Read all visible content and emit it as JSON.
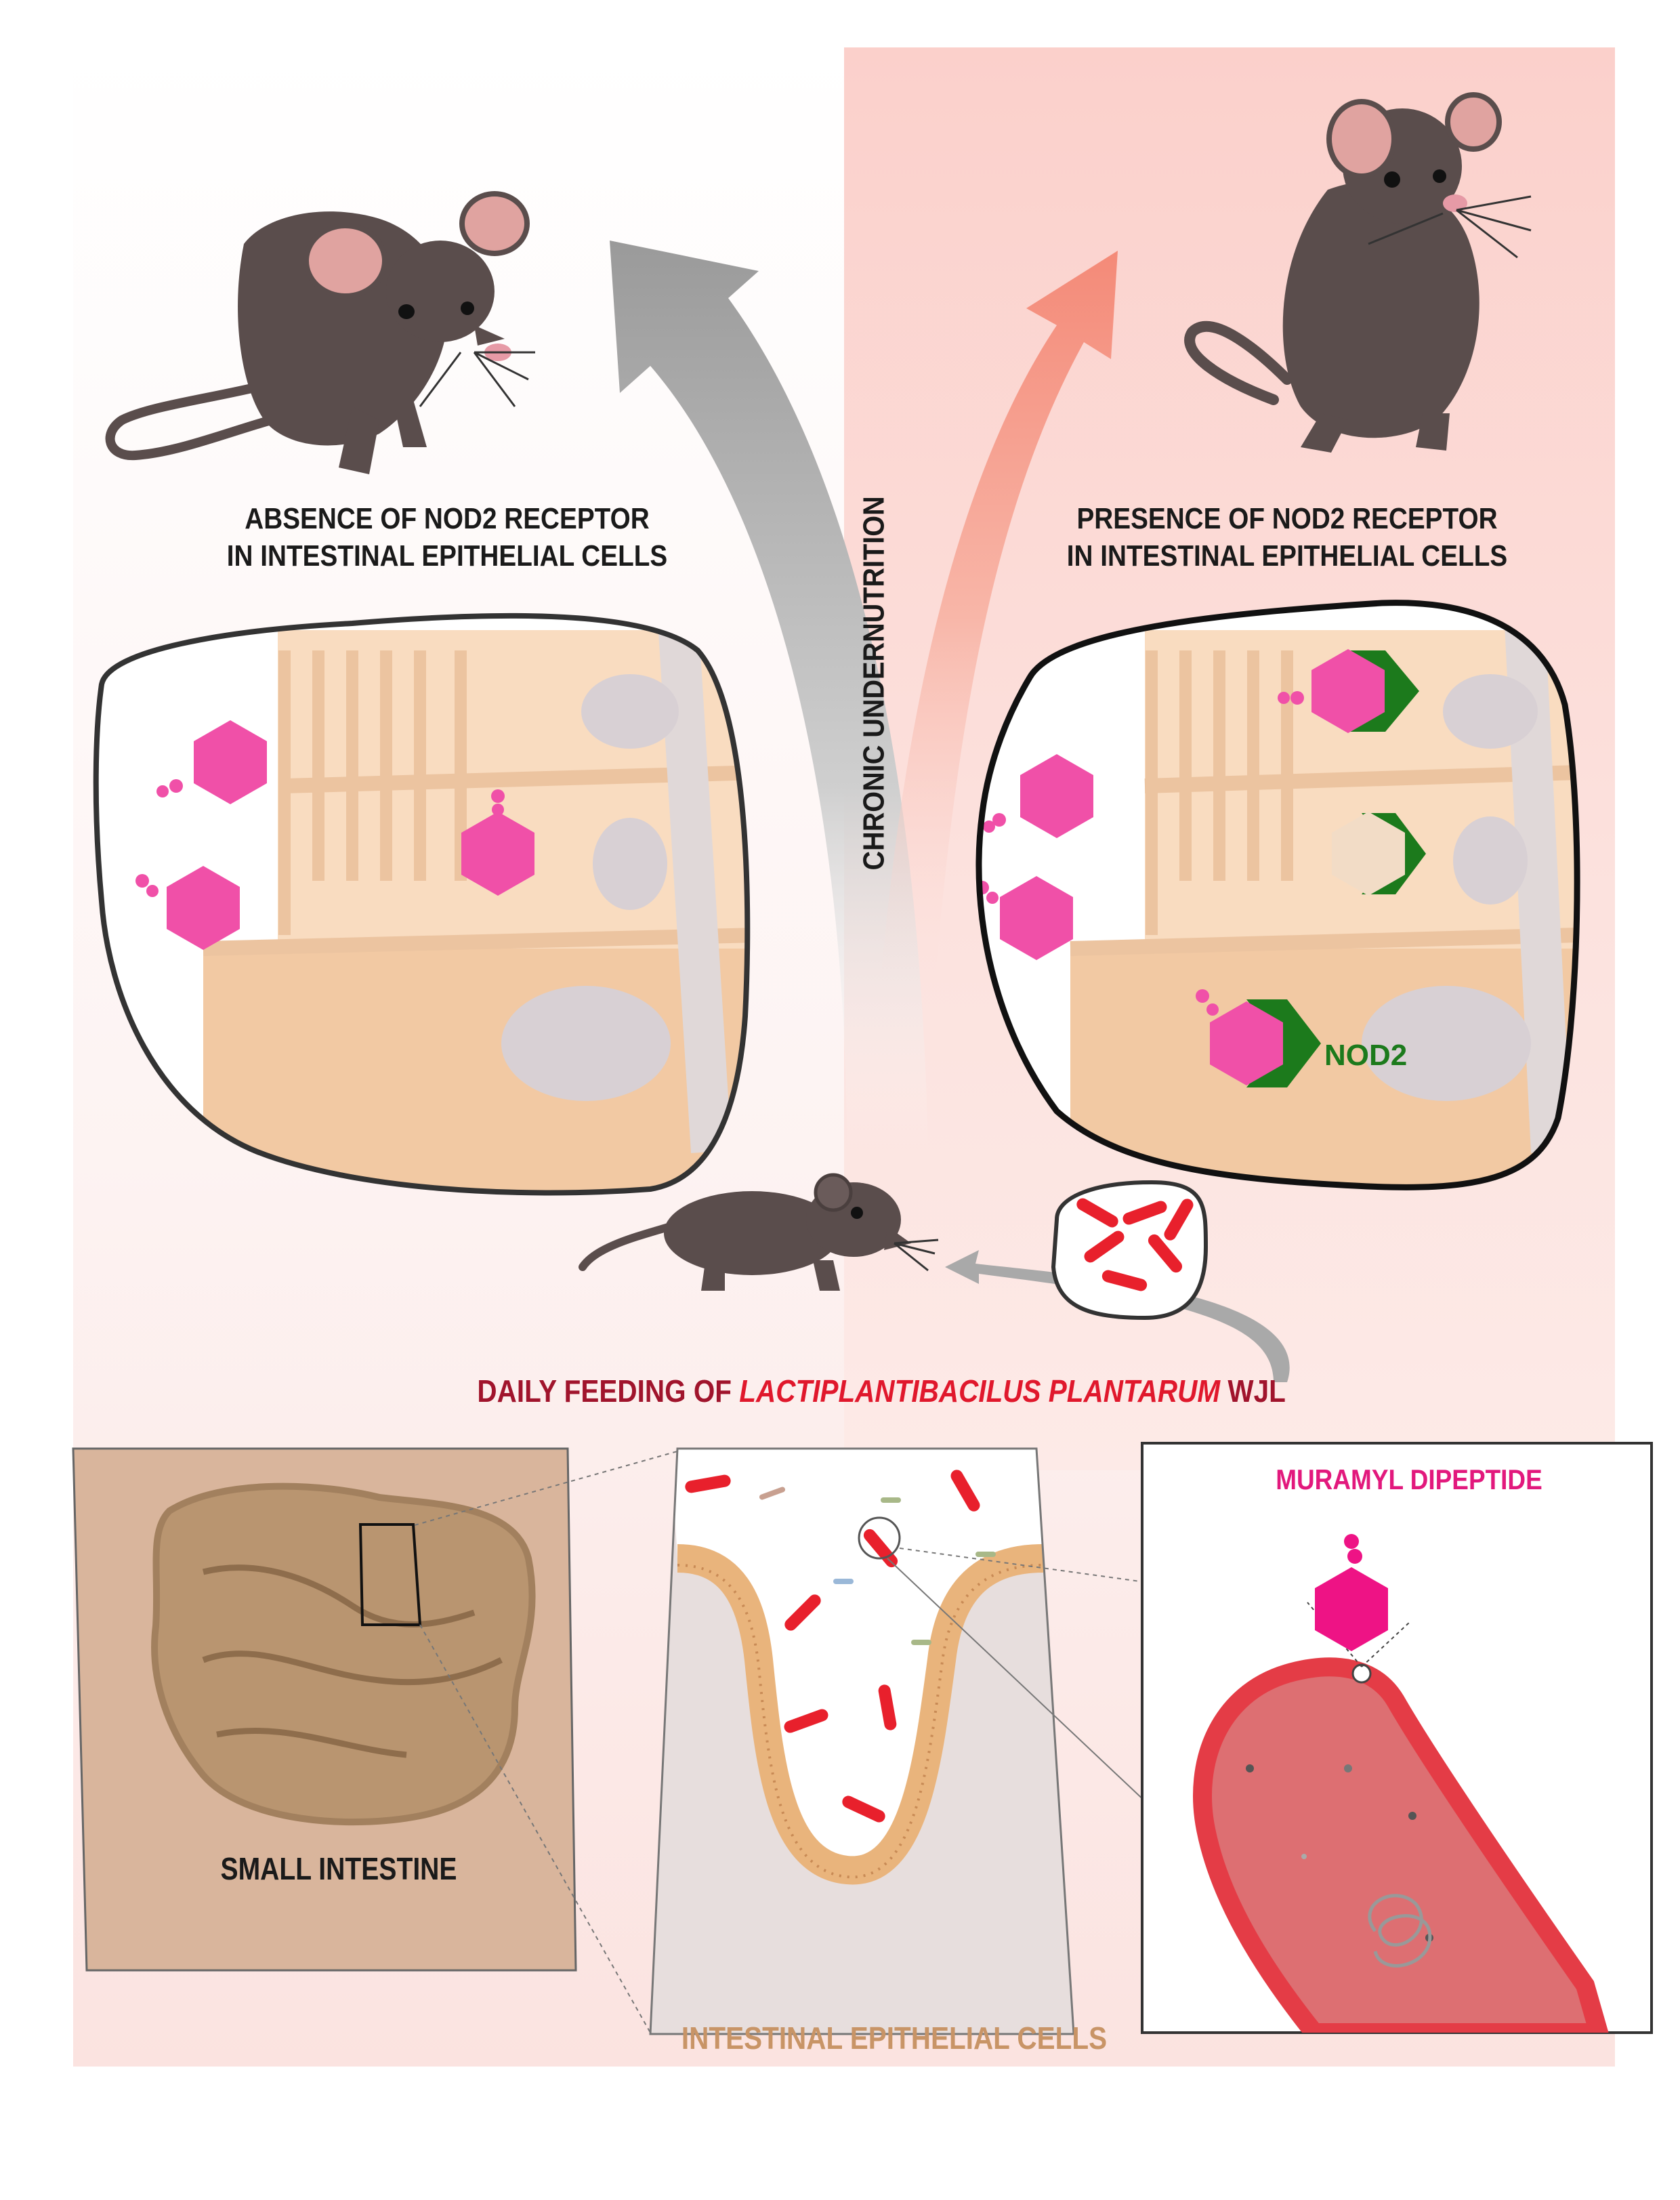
{
  "labels": {
    "left_title_line1": "ABSENCE OF NOD2 RECEPTOR",
    "left_title_line2": "IN INTESTINAL EPITHELIAL CELLS",
    "right_title_line1": "PRESENCE OF NOD2 RECEPTOR",
    "right_title_line2": "IN INTESTINAL EPITHELIAL CELLS",
    "center_vertical": "CHRONIC UNDERNUTRITION",
    "nod2": "NOD2",
    "feeding_prefix": "DAILY FEEDING OF ",
    "feeding_species": "LACTIPLANTIBACILUS PLANTARUM",
    "feeding_suffix": " WJL",
    "muramyl": "MURAMYL DIPEPTIDE",
    "small_intestine": "SMALL INTESTINE",
    "epithelial": "INTESTINAL EPITHELIAL CELLS"
  },
  "colors": {
    "pink_hexagon": "#f050a8",
    "mdp_magenta": "#ee1385",
    "nod2_green": "#1c7a1c",
    "cell_tan": "#f2cba4",
    "bacterium_red": "#e8202c",
    "mouse_gray": "#5a4d4c",
    "panel_tan": "#d9b59c",
    "right_bg_pink": "#fcd8d4",
    "arrow_gray": "#a9a9a9",
    "arrow_salmon": "#f49a88"
  },
  "icons": [
    "mouse-icon",
    "hexagon-icon",
    "nod2-receptor-icon",
    "bacterium-icon",
    "arrow-icon"
  ]
}
